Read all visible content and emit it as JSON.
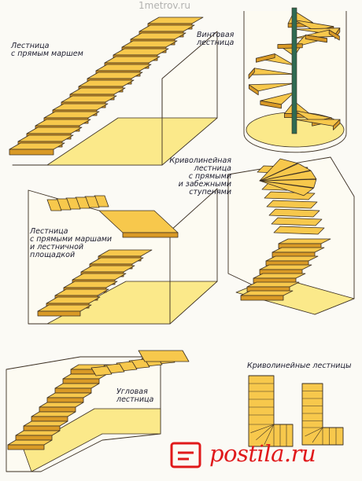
{
  "labels": {
    "straight": "Лестница\nс прямым маршем",
    "spiral": "Винтовая\nлестница",
    "platform": "Лестница\nс прямыми маршами\nи лестничной\nплощадкой",
    "curved_winder": "Криволинейная\nлестница\nс прямыми\nи забежными\nступенями",
    "corner": "Угловая\nлестница",
    "curved_plans": "Криволинейные лестницы"
  },
  "watermarks": {
    "site": "1metrov.ru",
    "brand": "postila.ru"
  },
  "colors": {
    "tread": "#f7c84c",
    "tread_side": "#d99a26",
    "outline": "#3a2e22",
    "floor": "#fbe98a",
    "wall": "#fdfbf2",
    "pole": "#2f6a52",
    "brand_red": "#e0191b"
  }
}
